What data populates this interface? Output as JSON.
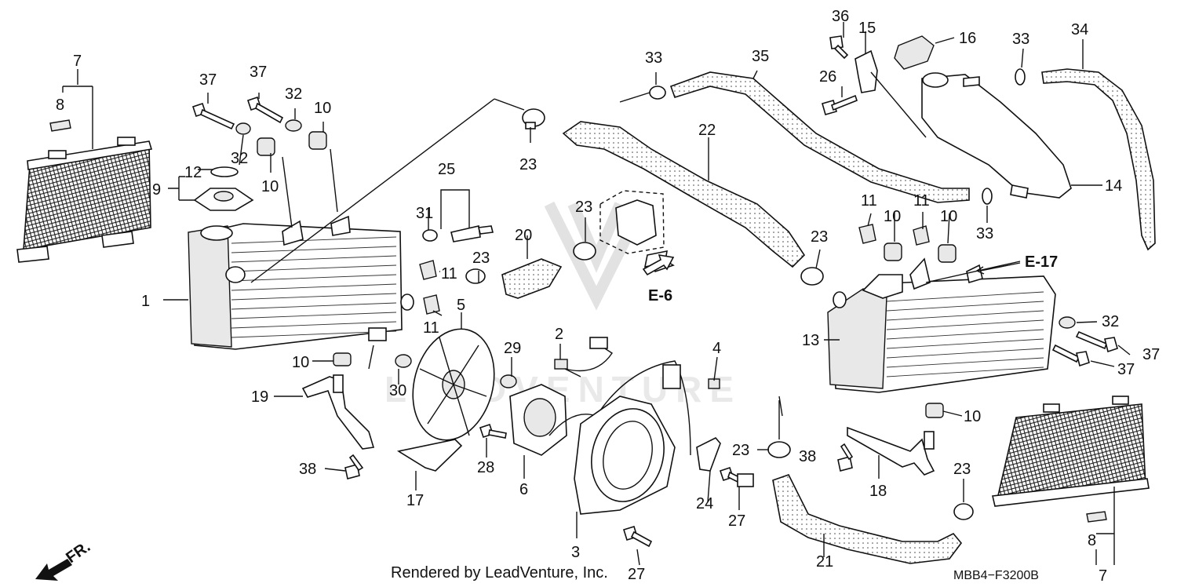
{
  "diagram": {
    "part_numbers": [
      "1",
      "2",
      "3",
      "4",
      "5",
      "6",
      "7",
      "8",
      "9",
      "10",
      "11",
      "12",
      "13",
      "14",
      "15",
      "16",
      "17",
      "18",
      "19",
      "20",
      "21",
      "22",
      "23",
      "24",
      "25",
      "26",
      "27",
      "28",
      "29",
      "30",
      "31",
      "32",
      "33",
      "34",
      "35",
      "36",
      "37",
      "38"
    ],
    "ref_labels": {
      "e6": "E-6",
      "e17": "E-17",
      "front": "FR."
    },
    "watermark": "LEADVENTURE",
    "footer": "Rendered by LeadVenture, Inc.",
    "diagram_code": "MBB4−F3200B"
  }
}
